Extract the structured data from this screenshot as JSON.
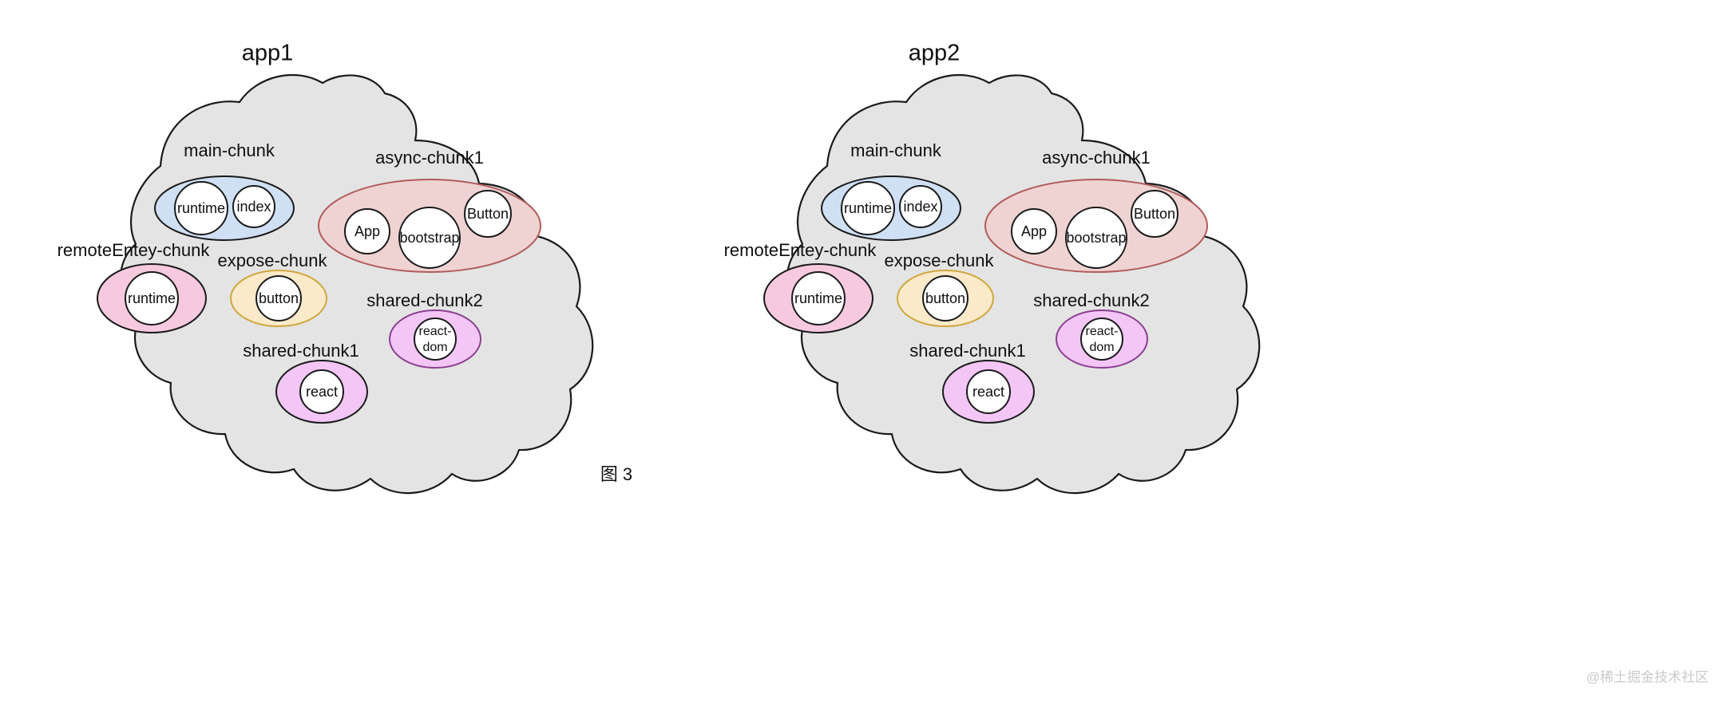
{
  "figure": {
    "caption": "图 3",
    "watermark": "@稀土掘金技术社区",
    "background_color": "#ffffff",
    "cloud_fill": "#e4e4e4",
    "cloud_stroke": "#1a1a1a"
  },
  "apps": [
    {
      "title": "app1",
      "chunks": [
        {
          "name": "main-chunk",
          "fill": "#cfe0f4",
          "stroke": "#1a1a1a",
          "modules": [
            {
              "label": "runtime"
            },
            {
              "label": "index"
            }
          ]
        },
        {
          "name": "async-chunk1",
          "fill": "#efd3d2",
          "stroke": "#b05b5b",
          "modules": [
            {
              "label": "App"
            },
            {
              "label": "bootstrap"
            },
            {
              "label": "Button"
            }
          ]
        },
        {
          "name": "remoteEntey-chunk",
          "fill": "#f6c9de",
          "stroke": "#1a1a1a",
          "modules": [
            {
              "label": "runtime"
            }
          ]
        },
        {
          "name": "expose-chunk",
          "fill": "#fbeaca",
          "stroke": "#cfa73c",
          "modules": [
            {
              "label": "button"
            }
          ]
        },
        {
          "name": "shared-chunk1",
          "fill": "#f3c6f6",
          "stroke": "#1a1a1a",
          "modules": [
            {
              "label": "react"
            }
          ]
        },
        {
          "name": "shared-chunk2",
          "fill": "#f3c6f6",
          "stroke": "#8a3f8f",
          "modules": [
            {
              "label": "react-",
              "label2": "dom"
            }
          ]
        }
      ]
    },
    {
      "title": "app2",
      "chunks": [
        {
          "name": "main-chunk",
          "fill": "#cfe0f4",
          "stroke": "#1a1a1a",
          "modules": [
            {
              "label": "runtime"
            },
            {
              "label": "index"
            }
          ]
        },
        {
          "name": "async-chunk1",
          "fill": "#efd3d2",
          "stroke": "#b05b5b",
          "modules": [
            {
              "label": "App"
            },
            {
              "label": "bootstrap"
            },
            {
              "label": "Button"
            }
          ]
        },
        {
          "name": "remoteEntey-chunk",
          "fill": "#f6c9de",
          "stroke": "#1a1a1a",
          "modules": [
            {
              "label": "runtime"
            }
          ]
        },
        {
          "name": "expose-chunk",
          "fill": "#fbeaca",
          "stroke": "#cfa73c",
          "modules": [
            {
              "label": "button"
            }
          ]
        },
        {
          "name": "shared-chunk1",
          "fill": "#f3c6f6",
          "stroke": "#1a1a1a",
          "modules": [
            {
              "label": "react"
            }
          ]
        },
        {
          "name": "shared-chunk2",
          "fill": "#f3c6f6",
          "stroke": "#8a3f8f",
          "modules": [
            {
              "label": "react-",
              "label2": "dom"
            }
          ]
        }
      ]
    }
  ]
}
